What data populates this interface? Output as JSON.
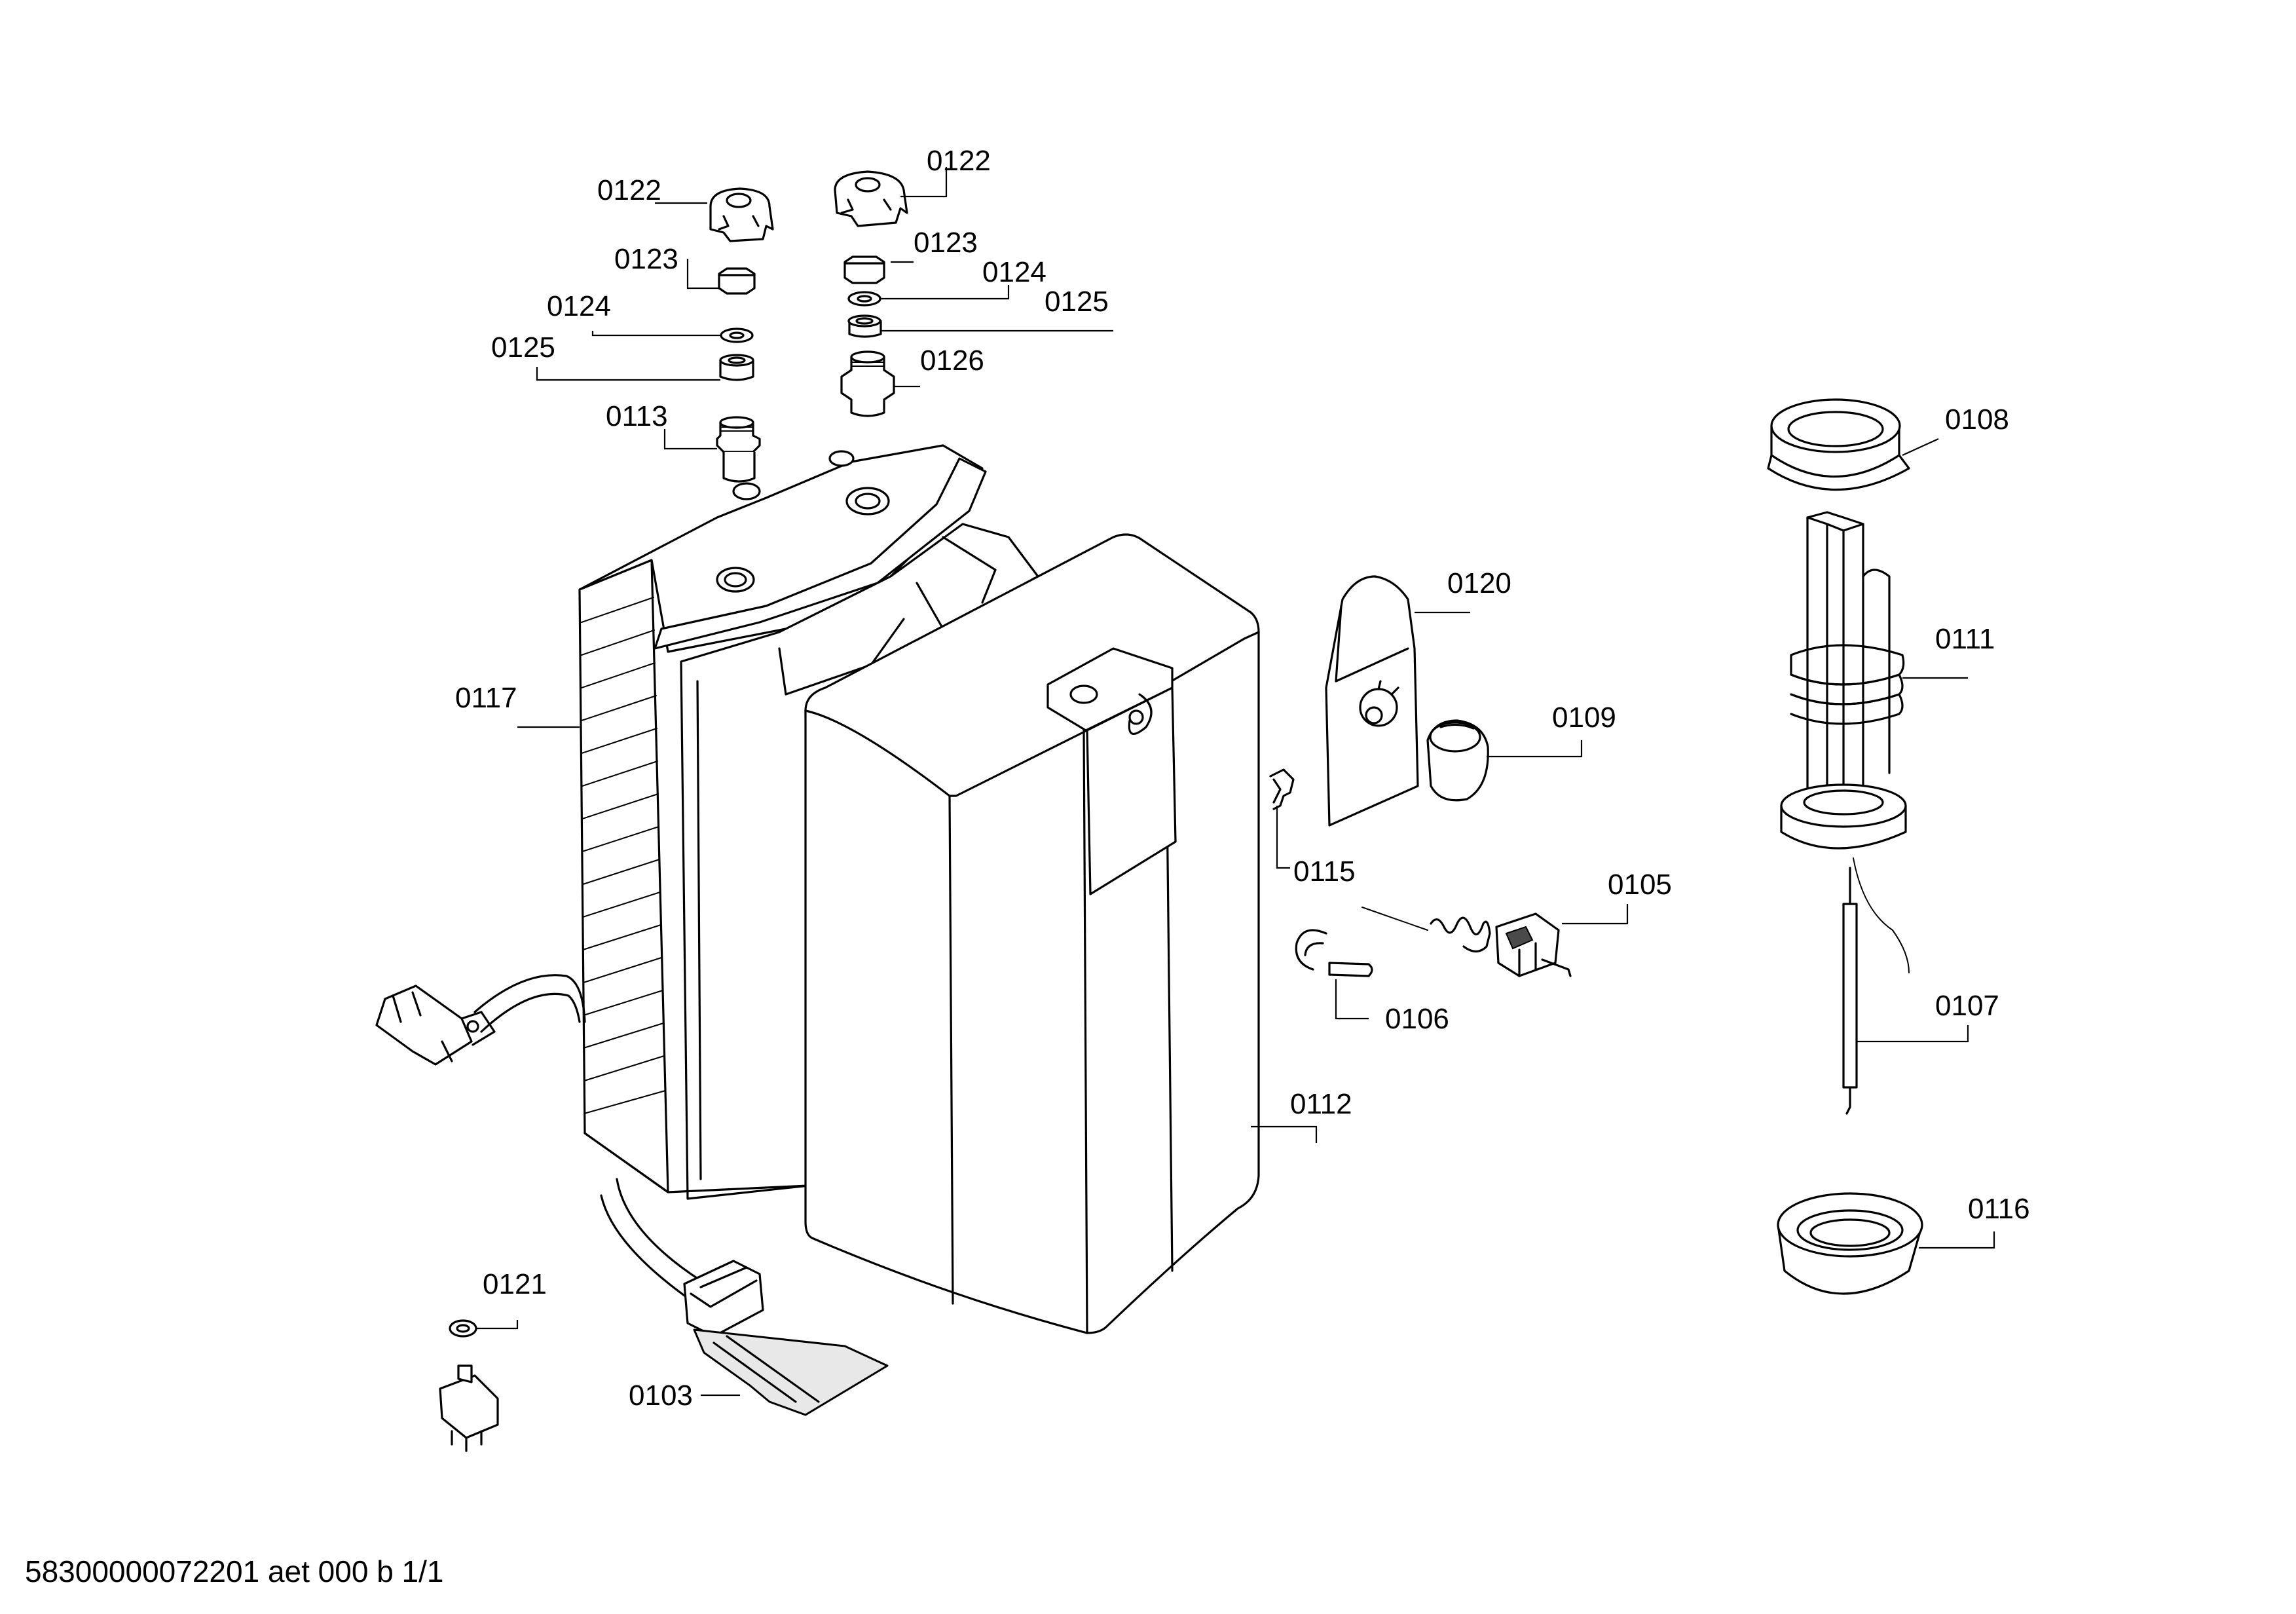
{
  "footer_text": "58300000072201 aet 000 b 1/1",
  "parts": [
    {
      "id": "p0122a",
      "number": "0122"
    },
    {
      "id": "p0122b",
      "number": "0122"
    },
    {
      "id": "p0123a",
      "number": "0123"
    },
    {
      "id": "p0123b",
      "number": "0123"
    },
    {
      "id": "p0124a",
      "number": "0124"
    },
    {
      "id": "p0124b",
      "number": "0124"
    },
    {
      "id": "p0125a",
      "number": "0125"
    },
    {
      "id": "p0125b",
      "number": "0125"
    },
    {
      "id": "p0126",
      "number": "0126"
    },
    {
      "id": "p0113",
      "number": "0113"
    },
    {
      "id": "p0117",
      "number": "0117"
    },
    {
      "id": "p0120",
      "number": "0120"
    },
    {
      "id": "p0109",
      "number": "0109"
    },
    {
      "id": "p0115",
      "number": "0115"
    },
    {
      "id": "p0105",
      "number": "0105"
    },
    {
      "id": "p0106",
      "number": "0106"
    },
    {
      "id": "p0112",
      "number": "0112"
    },
    {
      "id": "p0121",
      "number": "0121"
    },
    {
      "id": "p0103",
      "number": "0103"
    },
    {
      "id": "p0108",
      "number": "0108"
    },
    {
      "id": "p0111",
      "number": "0111"
    },
    {
      "id": "p0107",
      "number": "0107"
    },
    {
      "id": "p0116",
      "number": "0116"
    }
  ]
}
